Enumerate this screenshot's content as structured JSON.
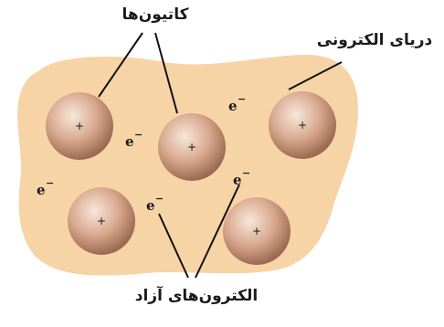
{
  "labels": {
    "cations": "کاتیون‌ها",
    "electron_sea": "دریای الکترونی",
    "free_electrons": "الکترون‌های آزاد"
  },
  "electron_symbol": "e",
  "electron_charge": "−",
  "cation_charge": "+",
  "colors": {
    "sea": "#f6d4a6",
    "sphere_light": "#f7e7da",
    "sphere_mid": "#d9a98f",
    "sphere_dark": "#9c6a52",
    "line": "#111111",
    "text": "#1a1a1a"
  }
}
